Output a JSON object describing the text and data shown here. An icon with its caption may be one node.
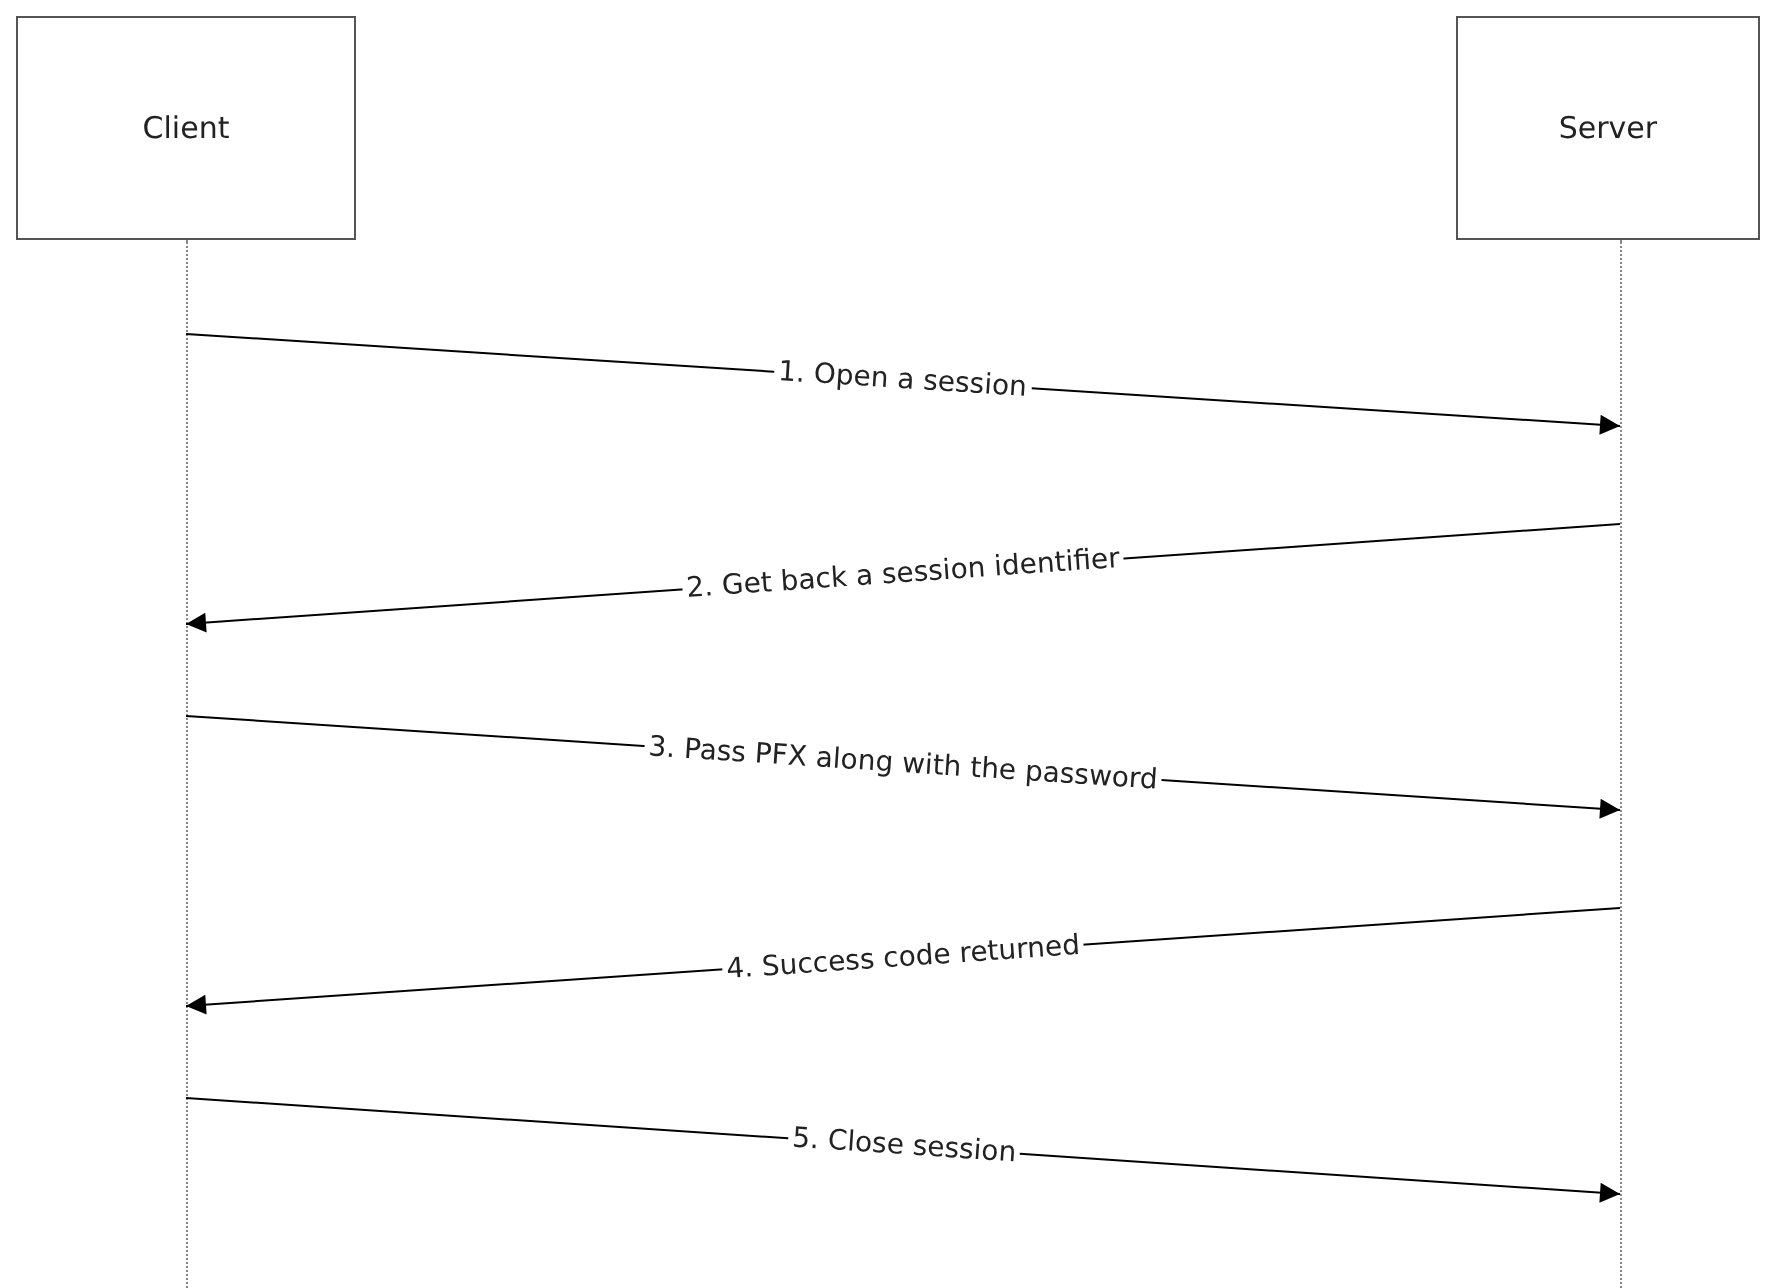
{
  "diagram": {
    "nodes": [
      {
        "text": [
          "Client"
        ]
      },
      {
        "text": [
          "Server"
        ]
      },
      {
        "text": [],
        "shape": "line"
      },
      {
        "text": [],
        "shape": "line"
      }
    ],
    "edges": [
      {
        "from": 2,
        "to": 3,
        "arrow": "to",
        "label": "1. Open a session"
      },
      {
        "from": 3,
        "to": 2,
        "arrow": "to",
        "label": "2. Get back a session identifier"
      },
      {
        "from": 2,
        "to": 3,
        "arrow": "to",
        "label": "3. Pass PFX along with the password"
      },
      {
        "from": 3,
        "to": 2,
        "arrow": "to",
        "label": "4. Success code returned"
      },
      {
        "from": 2,
        "to": 3,
        "arrow": "to",
        "label": "5. Close session"
      }
    ]
  }
}
